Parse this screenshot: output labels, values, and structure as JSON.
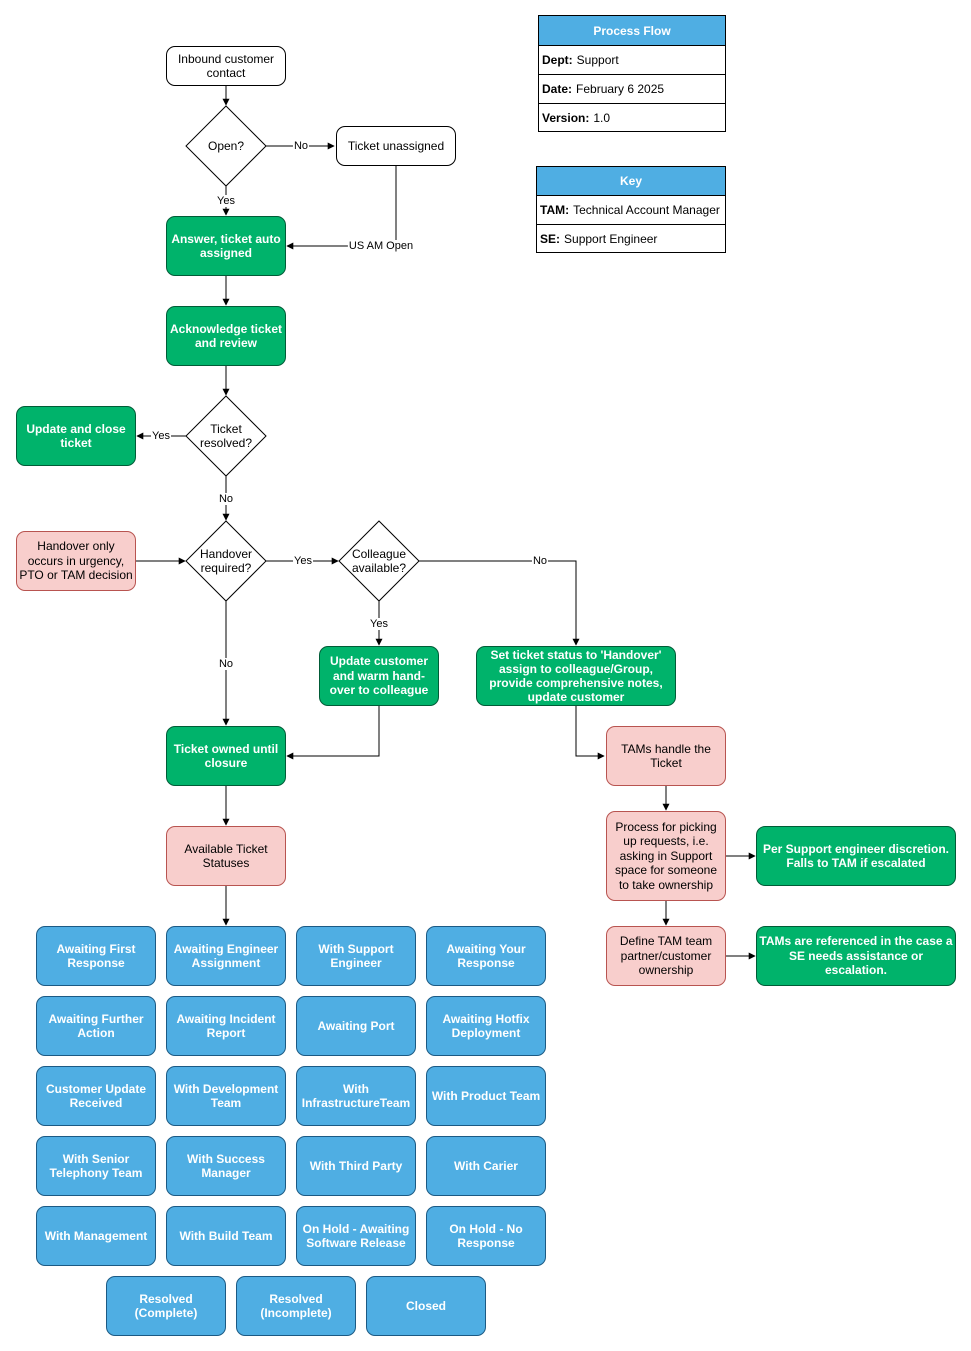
{
  "process_table": {
    "header": "Process Flow",
    "rows": [
      {
        "label": "Dept:",
        "value": "Support"
      },
      {
        "label": "Date:",
        "value": "February 6 2025"
      },
      {
        "label": "Version:",
        "value": "1.0"
      }
    ]
  },
  "key_table": {
    "header": "Key",
    "rows": [
      {
        "label": "TAM:",
        "value": "Technical Account Manager"
      },
      {
        "label": "SE:",
        "value": "Support Engineer"
      }
    ]
  },
  "nodes": {
    "inbound": "Inbound customer contact",
    "open_decision": "Open?",
    "ticket_unassigned": "Ticket unassigned",
    "answer_assigned": "Answer, ticket auto assigned",
    "acknowledge": "Acknowledge ticket and review",
    "resolved_decision": "Ticket resolved?",
    "update_close": "Update and close ticket",
    "handover_note": "Handover only occurs in urgency, PTO or TAM decision",
    "handover_decision": "Handover required?",
    "colleague_decision": "Colleague available?",
    "warm_handover": "Update customer and warm hand-over to colleague",
    "set_handover": "Set ticket status to 'Handover' assign to colleague/Group, provide comprehensive notes, update customer",
    "owned_closure": "Ticket owned until closure",
    "tams_handle": "TAMs handle the Ticket",
    "available_statuses": "Available Ticket Statuses",
    "picking_process": "Process for picking up requests, i.e. asking in Support space for someone to take ownership",
    "se_discretion": "Per Support engineer discretion. Falls to TAM if escalated",
    "define_tam": "Define TAM team partner/customer ownership",
    "tams_referenced": "TAMs are referenced in the case a SE needs assistance or escalation."
  },
  "edge_labels": {
    "open_no": "No",
    "open_yes": "Yes",
    "us_am_open": "US AM Open",
    "resolved_yes": "Yes",
    "resolved_no": "No",
    "handover_yes": "Yes",
    "handover_no": "No",
    "colleague_no": "No",
    "colleague_yes": "Yes"
  },
  "statuses": [
    "Awaiting First Response",
    "Awaiting Engineer Assignment",
    "With Support Engineer",
    "Awaiting Your Response",
    "Awaiting Further Action",
    "Awaiting Incident Report",
    "Awaiting Port",
    "Awaiting Hotfix Deployment",
    "Customer Update Received",
    "With Development Team",
    "With InfrastructureTeam",
    "With Product Team",
    "With Senior Telephony Team",
    "With Success Manager",
    "With Third Party",
    "With Carier",
    "With Management",
    "With Build Team",
    "On Hold - Awaiting Software Release",
    "On Hold - No Response",
    "Resolved (Complete)",
    "Resolved (Incomplete)",
    "Closed"
  ],
  "colors": {
    "green": "#00b36b",
    "pink": "#f8cecc",
    "blue": "#4faee3",
    "line": "#000000"
  }
}
